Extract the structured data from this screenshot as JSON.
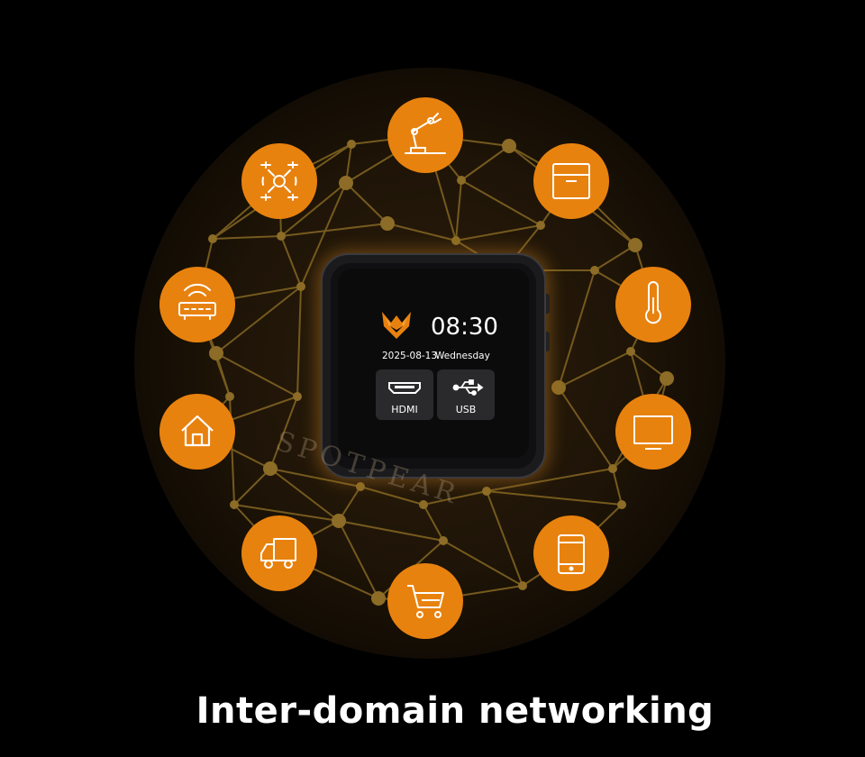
{
  "caption": "Inter-domain networking",
  "watermark": "SPOTPEAR",
  "device": {
    "time": "08:30",
    "date": "2025-08-13",
    "weekday": "Wednesday",
    "tiles": [
      {
        "label": "HDMI",
        "icon": "hdmi-port-icon"
      },
      {
        "label": "USB",
        "icon": "usb-icon"
      }
    ],
    "logo": "orange fox logo"
  },
  "ring_icons": [
    "robot-arm-icon",
    "package-box-icon",
    "thermometer-icon",
    "monitor-icon",
    "smartphone-icon",
    "shopping-cart-icon",
    "delivery-truck-icon",
    "home-icon",
    "router-icon",
    "drone-icon"
  ],
  "colors": {
    "accent": "#E8820E",
    "network_lines": "#8A6A22",
    "glow": "#2A1C0A",
    "background": "#000000",
    "screen": "#0E0E0E",
    "tile": "#2A2A2A"
  }
}
